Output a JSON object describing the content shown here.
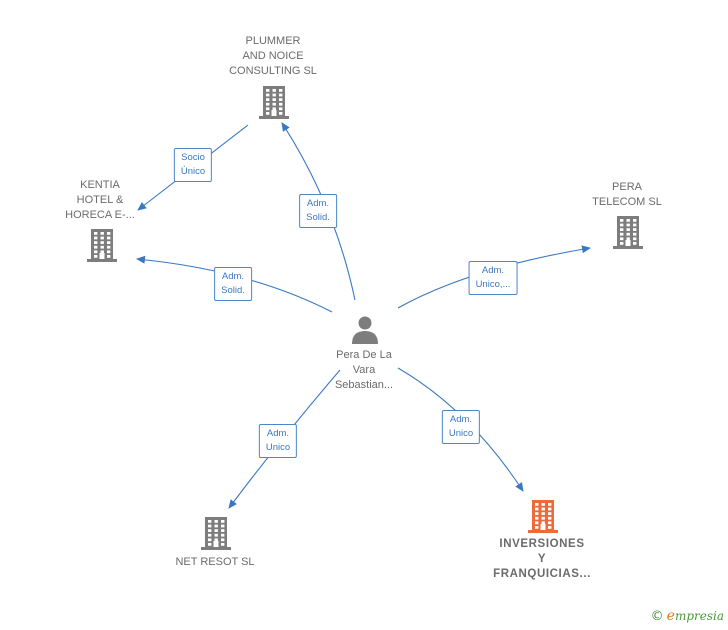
{
  "colors": {
    "edge": "#3a78c0",
    "building": "#7d7d7d",
    "building_highlight": "#ee6a3a",
    "person": "#7d7d7d",
    "label": "#6b6b6b"
  },
  "center": {
    "icon": "person-icon",
    "lines": [
      "Pera De La",
      "Vara",
      "Sebastian..."
    ]
  },
  "companies": [
    {
      "id": "plummer",
      "icon": "building-icon",
      "lines": [
        "PLUMMER",
        "AND NOICE",
        "CONSULTING SL"
      ],
      "highlight": false
    },
    {
      "id": "kentia",
      "icon": "building-icon",
      "lines": [
        "KENTIA",
        "HOTEL &",
        "HORECA E-..."
      ],
      "highlight": false
    },
    {
      "id": "pera-telecom",
      "icon": "building-icon",
      "lines": [
        "PERA",
        "TELECOM  SL"
      ],
      "highlight": false
    },
    {
      "id": "net-resot",
      "icon": "building-icon",
      "lines": [
        "NET RESOT  SL"
      ],
      "highlight": false
    },
    {
      "id": "inversiones",
      "icon": "building-icon",
      "lines": [
        "INVERSIONES",
        "Y",
        "FRANQUICIAS..."
      ],
      "highlight": true
    }
  ],
  "edges": [
    {
      "id": "person-plummer",
      "from": "center",
      "to": "plummer",
      "label": [
        "Adm.",
        "Solid."
      ]
    },
    {
      "id": "plummer-kentia",
      "from": "plummer",
      "to": "kentia",
      "label": [
        "Socio",
        "Único"
      ]
    },
    {
      "id": "person-kentia",
      "from": "center",
      "to": "kentia",
      "label": [
        "Adm.",
        "Solid."
      ]
    },
    {
      "id": "person-pera-telecom",
      "from": "center",
      "to": "pera-telecom",
      "label": [
        "Adm.",
        "Unico,..."
      ]
    },
    {
      "id": "person-net-resot",
      "from": "center",
      "to": "net-resot",
      "label": [
        "Adm.",
        "Unico"
      ]
    },
    {
      "id": "person-inversiones",
      "from": "center",
      "to": "inversiones",
      "label": [
        "Adm.",
        "Unico"
      ]
    }
  ],
  "footer": {
    "copyright": "©",
    "brand_initial": "e",
    "brand_rest": "mpresia"
  }
}
